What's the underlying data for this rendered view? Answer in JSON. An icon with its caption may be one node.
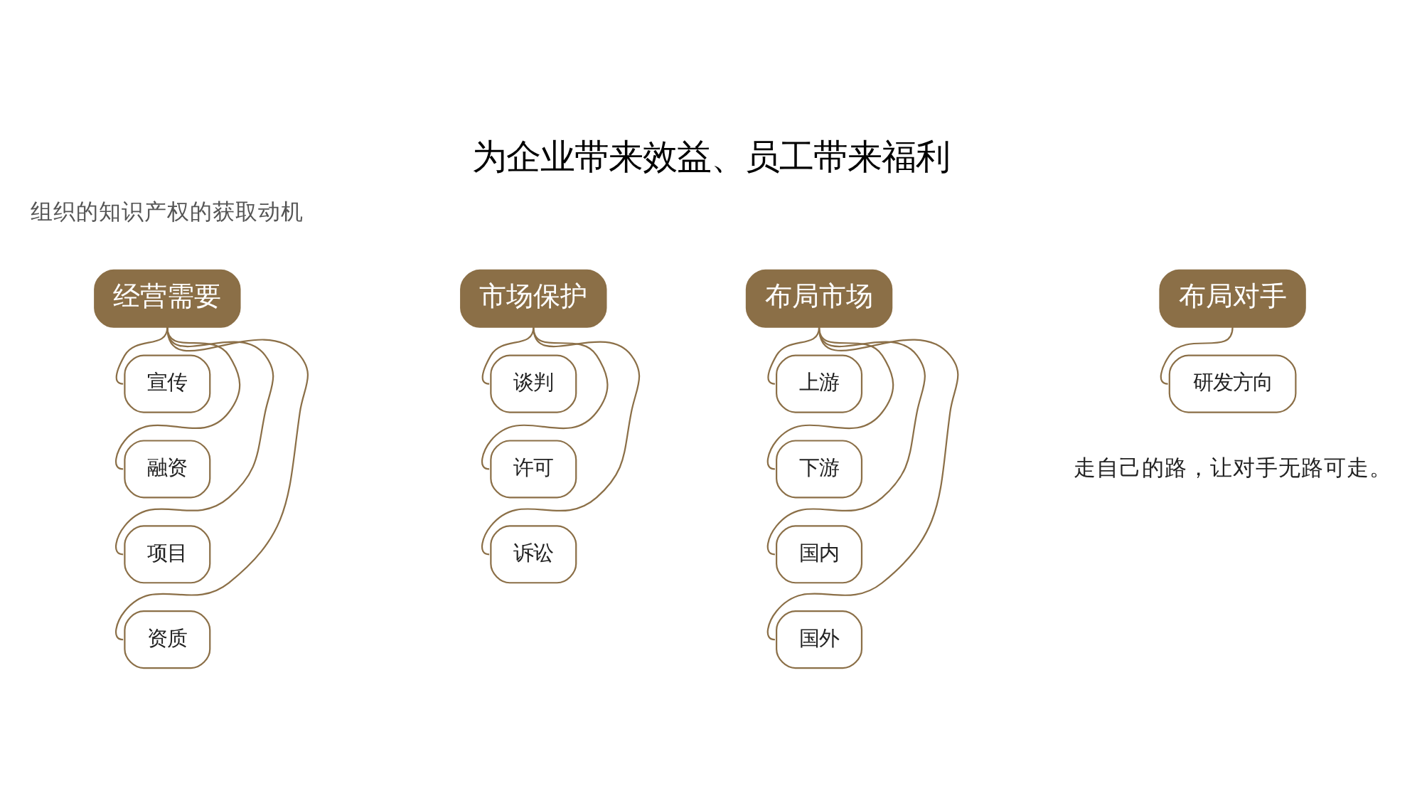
{
  "diagram": {
    "title": "为企业带来效益、员工带来福利",
    "nodes": [
      {
        "text": [
          "经营需要"
        ]
      },
      {
        "text": [
          "宣传"
        ]
      },
      {
        "text": [
          "融资"
        ]
      },
      {
        "text": [
          "项目"
        ]
      },
      {
        "text": [
          "资质"
        ]
      },
      {
        "text": [
          "市场保护"
        ]
      },
      {
        "text": [
          "谈判"
        ]
      },
      {
        "text": [
          "许可"
        ]
      },
      {
        "text": [
          "诉讼"
        ]
      },
      {
        "text": [
          "布局市场"
        ]
      },
      {
        "text": [
          "上游"
        ]
      },
      {
        "text": [
          "下游"
        ]
      },
      {
        "text": [
          "国内"
        ]
      },
      {
        "text": [
          "国外"
        ]
      },
      {
        "text": [
          "布局对手"
        ]
      },
      {
        "text": [
          "研发方向"
        ]
      }
    ],
    "edges": [
      {
        "from": 0,
        "to": 1,
        "arrow": "none"
      },
      {
        "from": 0,
        "to": 2,
        "arrow": "none"
      },
      {
        "from": 0,
        "to": 3,
        "arrow": "none"
      },
      {
        "from": 0,
        "to": 4,
        "arrow": "none"
      },
      {
        "from": 5,
        "to": 6,
        "arrow": "none"
      },
      {
        "from": 5,
        "to": 7,
        "arrow": "none"
      },
      {
        "from": 5,
        "to": 8,
        "arrow": "none"
      },
      {
        "from": 9,
        "to": 10,
        "arrow": "none"
      },
      {
        "from": 9,
        "to": 11,
        "arrow": "none"
      },
      {
        "from": 9,
        "to": 12,
        "arrow": "none"
      },
      {
        "from": 9,
        "to": 13,
        "arrow": "none"
      },
      {
        "from": 14,
        "to": 15,
        "arrow": "none"
      }
    ],
    "labels": [
      "组织的知识产权的获取动机",
      "走自己的路，让对手无路可走。"
    ]
  }
}
